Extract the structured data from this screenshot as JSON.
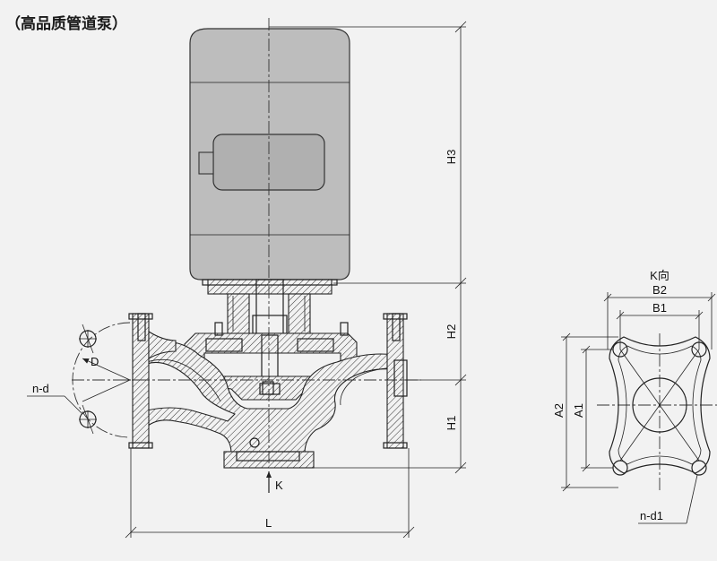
{
  "title": "（高品质管道泵）",
  "labels": {
    "h3": "H3",
    "h2": "H2",
    "h1": "H1",
    "d": "D",
    "nd": "n-d",
    "k": "K",
    "l": "L",
    "k_view": "K向",
    "b2": "B2",
    "b1": "B1",
    "a2": "A2",
    "a1": "A1",
    "nd1": "n-d1"
  }
}
